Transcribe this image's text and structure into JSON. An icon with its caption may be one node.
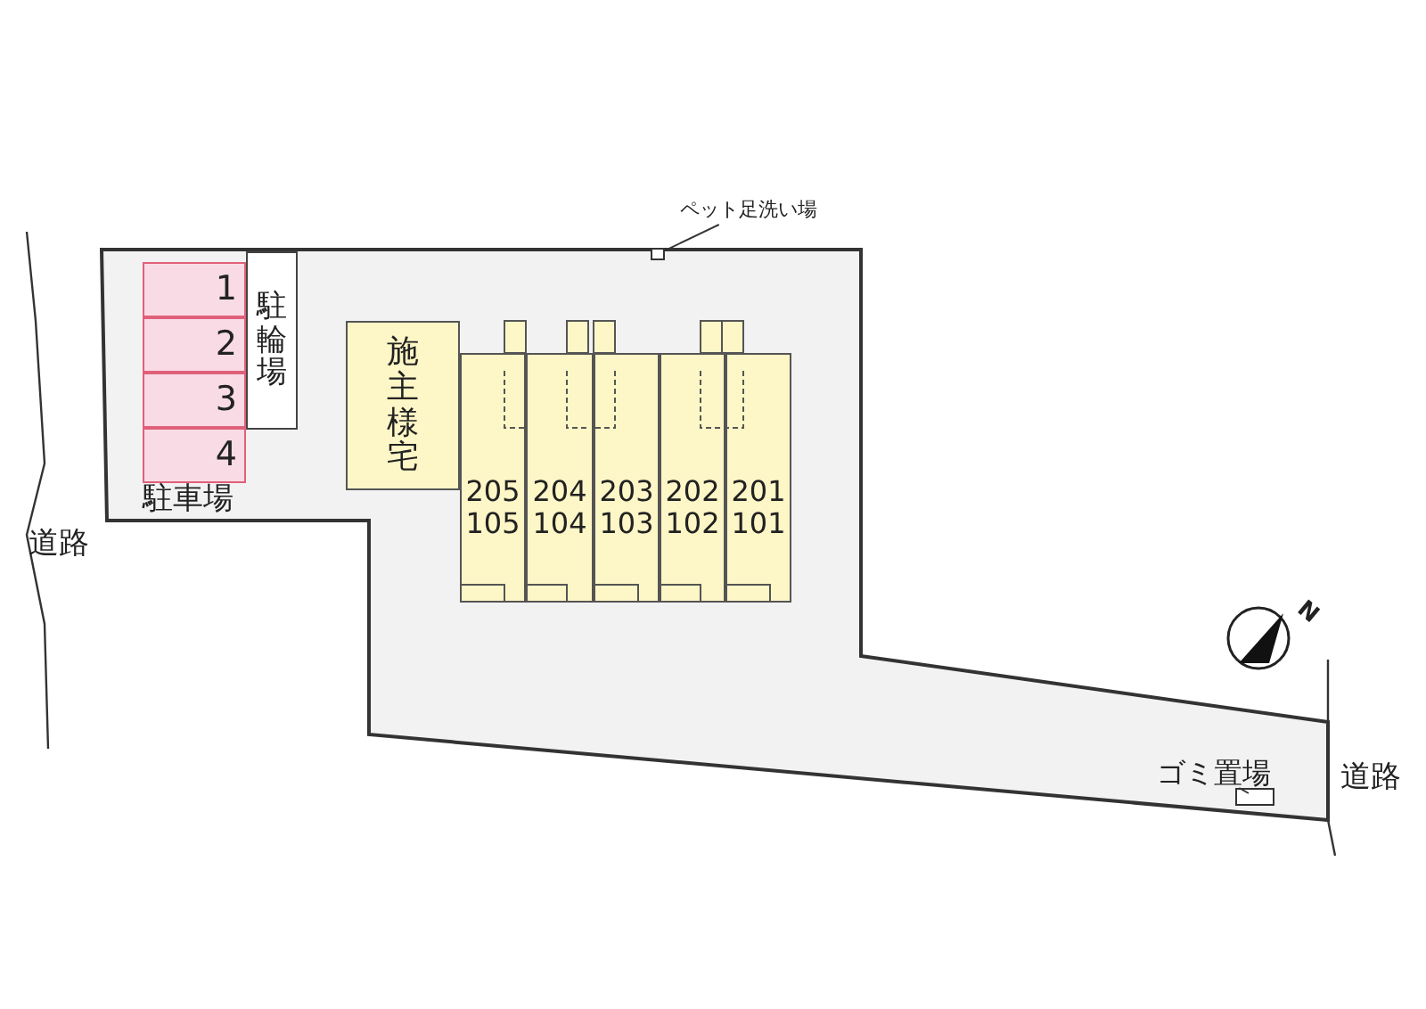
{
  "diagram": {
    "nodes": [
      {
        "text": [
          "1"
        ]
      },
      {
        "text": [
          "2"
        ]
      },
      {
        "text": [
          "3"
        ]
      },
      {
        "text": [
          "4"
        ]
      },
      {
        "text": [
          "駐輪場"
        ]
      },
      {
        "text": [
          "施主様宅"
        ]
      },
      {
        "text": [
          "205",
          "105"
        ]
      },
      {
        "text": [
          "204",
          "104"
        ]
      },
      {
        "text": [
          "203",
          "103"
        ]
      },
      {
        "text": [
          "202",
          "102"
        ]
      },
      {
        "text": [
          "201",
          "101"
        ]
      },
      {
        "text": [
          "ペット足洗い場"
        ]
      },
      {
        "text": [],
        "shape": "box"
      },
      {
        "text": [
          "ゴミ置場"
        ]
      },
      {
        "text": [],
        "shape": "box"
      }
    ],
    "edges": [
      {
        "from": 11,
        "to": 12,
        "arrow": "none"
      },
      {
        "from": 13,
        "to": 14,
        "arrow": "none"
      }
    ],
    "labels": [
      "駐車場",
      "道路",
      "N",
      "道路"
    ]
  }
}
